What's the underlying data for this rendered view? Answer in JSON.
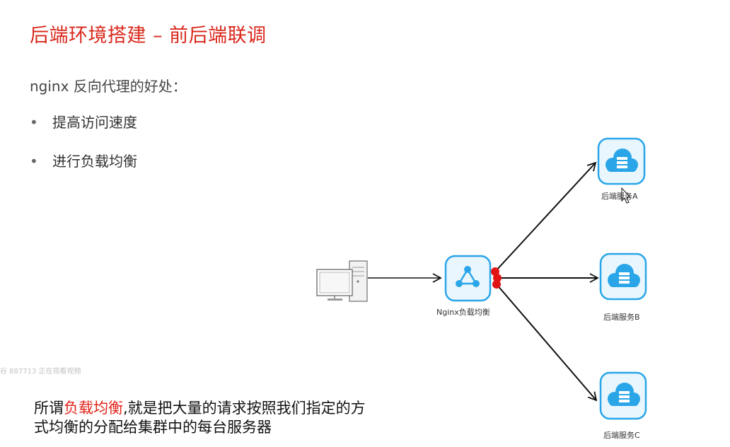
{
  "slide": {
    "title": "后端环境搭建 – 前后端联调",
    "intro": "nginx 反向代理的好处：",
    "bullets": [
      "提高访问速度",
      "进行负载均衡"
    ],
    "watermark": "谷 887713 正在观看视频",
    "paragraph": {
      "before": "所谓",
      "highlight": "负载均衡",
      "after": ",就是把大量的请求按照我们指定的方式均衡的分配给集群中的每台服务器"
    }
  },
  "diagram": {
    "client": {
      "icon": "desktop-computer-icon"
    },
    "balancer": {
      "label": "Nginx负载均衡",
      "icon": "nginx-share-icon"
    },
    "servers": [
      {
        "label": "后端服务A",
        "icon": "cloud-server-icon"
      },
      {
        "label": "后端服务B",
        "icon": "cloud-server-icon"
      },
      {
        "label": "后端服务C",
        "icon": "cloud-server-icon"
      }
    ]
  },
  "colors": {
    "title": "#d9281c",
    "highlight": "#e2231a",
    "icon_blue": "#2aa6e8",
    "icon_tile": "#e9f6fd"
  }
}
